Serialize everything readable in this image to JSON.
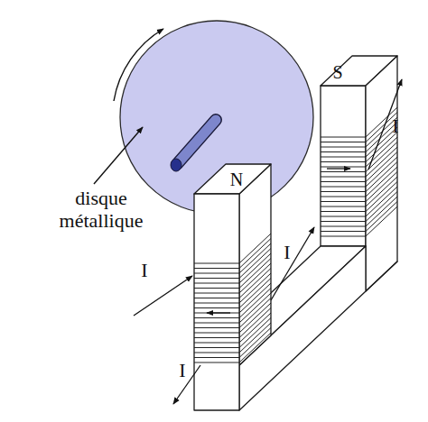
{
  "diagram": {
    "labels": [
      "disque métallique",
      "N",
      "S",
      "I",
      "I",
      "I",
      "I"
    ]
  }
}
